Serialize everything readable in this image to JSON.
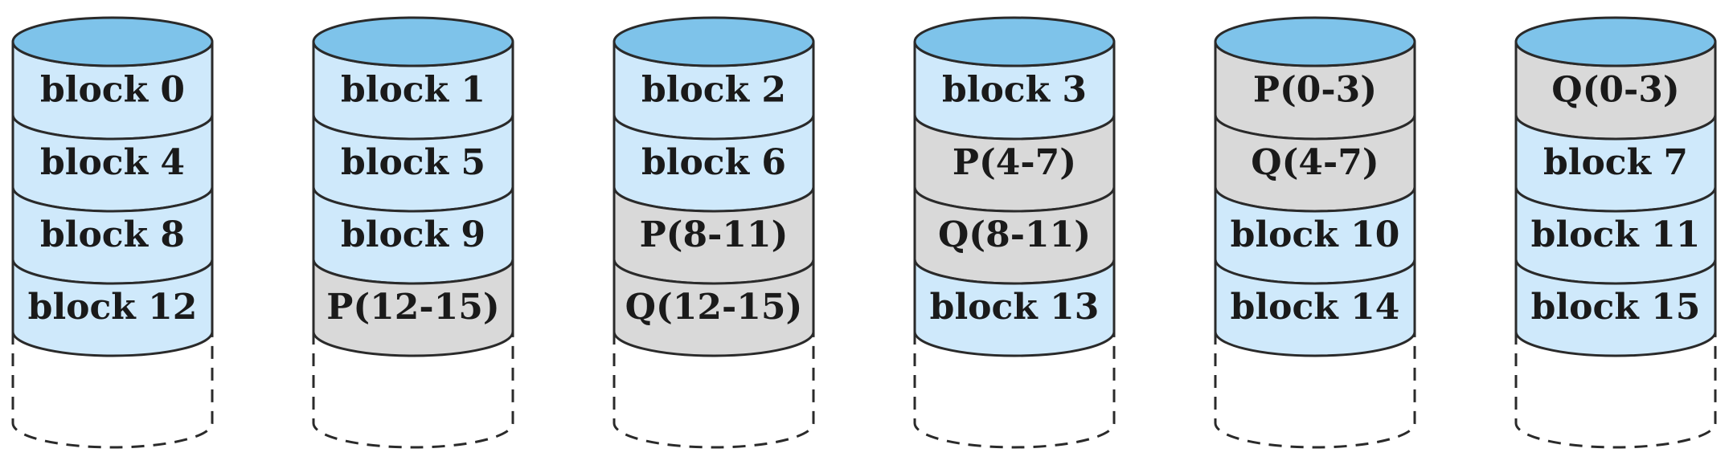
{
  "colors": {
    "top": "#7ec3ea",
    "data_fill": "#cfe9fb",
    "parity_fill": "#d9d9d9",
    "stroke": "#2a2a2a"
  },
  "disks": [
    {
      "blocks": [
        {
          "label": "block 0",
          "kind": "data"
        },
        {
          "label": "block 4",
          "kind": "data"
        },
        {
          "label": "block 8",
          "kind": "data"
        },
        {
          "label": "block 12",
          "kind": "data"
        }
      ]
    },
    {
      "blocks": [
        {
          "label": "block 1",
          "kind": "data"
        },
        {
          "label": "block 5",
          "kind": "data"
        },
        {
          "label": "block 9",
          "kind": "data"
        },
        {
          "label": "P(12-15)",
          "kind": "parity"
        }
      ]
    },
    {
      "blocks": [
        {
          "label": "block 2",
          "kind": "data"
        },
        {
          "label": "block 6",
          "kind": "data"
        },
        {
          "label": "P(8-11)",
          "kind": "parity"
        },
        {
          "label": "Q(12-15)",
          "kind": "parity"
        }
      ]
    },
    {
      "blocks": [
        {
          "label": "block 3",
          "kind": "data"
        },
        {
          "label": "P(4-7)",
          "kind": "parity"
        },
        {
          "label": "Q(8-11)",
          "kind": "parity"
        },
        {
          "label": "block 13",
          "kind": "data"
        }
      ]
    },
    {
      "blocks": [
        {
          "label": "P(0-3)",
          "kind": "parity"
        },
        {
          "label": "Q(4-7)",
          "kind": "parity"
        },
        {
          "label": "block 10",
          "kind": "data"
        },
        {
          "label": "block 14",
          "kind": "data"
        }
      ]
    },
    {
      "blocks": [
        {
          "label": "Q(0-3)",
          "kind": "parity"
        },
        {
          "label": "block 7",
          "kind": "data"
        },
        {
          "label": "block 11",
          "kind": "data"
        },
        {
          "label": "block 15",
          "kind": "data"
        }
      ]
    }
  ]
}
